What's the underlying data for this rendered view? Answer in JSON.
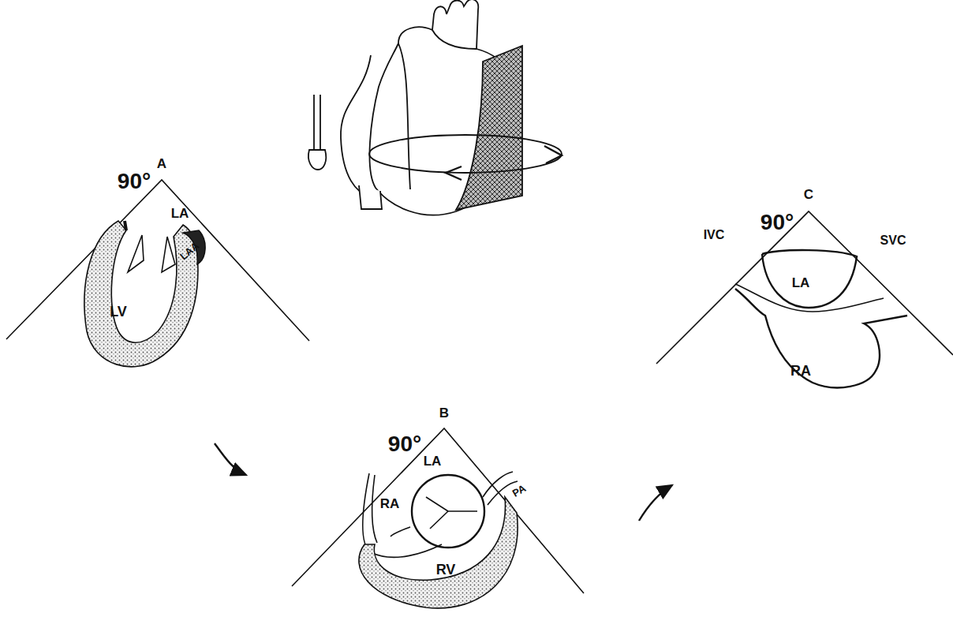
{
  "diagram": {
    "labels": [
      "A",
      "90°",
      "LA",
      "LAA",
      "LV",
      "C",
      "90°",
      "IVC",
      "SVC",
      "LA",
      "RA",
      "B",
      "90°",
      "LA",
      "RA",
      "PA",
      "RV"
    ]
  }
}
